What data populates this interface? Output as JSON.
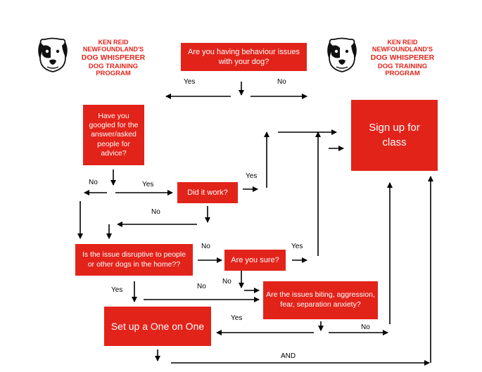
{
  "logo": {
    "line1": "KEN REID",
    "line2": "NEWFOUNDLAND'S",
    "line3": "DOG WHISPERER",
    "line4": "DOG TRAINING PROGRAM"
  },
  "nodes": {
    "behaviour": "Are you having behaviour issues with your dog?",
    "googled": "Have you googled for the answer/asked people for advice?",
    "did_it_work": "Did it work?",
    "signup": "Sign up for class",
    "disruptive": "Is the issue disruptive to people or other dogs in the home??",
    "are_you_sure": "Are you sure?",
    "biting": "Are the issues biting, aggression, fear, separation anxiety?",
    "one_on_one": "Set up a One on One"
  },
  "labels": {
    "yes_top": "Yes",
    "no_top": "No",
    "no_googled": "No",
    "yes_googled": "Yes",
    "yes_work": "Yes",
    "no_work": "No",
    "no_disruptive": "No",
    "yes_sure": "Yes",
    "yes_disruptive": "Yes",
    "no_disruptive2": "No",
    "no_sure": "No",
    "yes_biting": "Yes",
    "no_biting": "No",
    "and": "AND"
  },
  "colors": {
    "box": "#e2231a",
    "box_text": "#ffffff",
    "arrow": "#000000",
    "logo_text": "#e2231a"
  }
}
